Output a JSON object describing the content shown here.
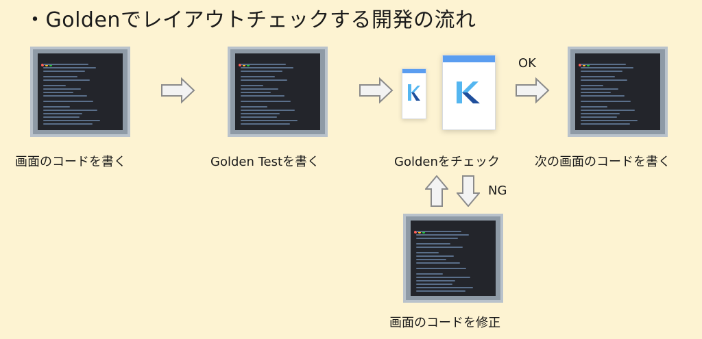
{
  "title": "・Goldenでレイアウトチェックする開発の流れ",
  "steps": {
    "write_code": "画面のコードを書く",
    "write_test": "Golden Testを書く",
    "check_golden": "Goldenをチェック",
    "next_screen": "次の画面のコードを書く",
    "fix_code": "画面のコードを修正"
  },
  "flow_labels": {
    "ok": "OK",
    "ng": "NG"
  },
  "colors": {
    "background": "#fdf3d2",
    "arrow_fill": "#f3f3f3",
    "arrow_stroke": "#8a8a8a",
    "editor_bg": "#23252b",
    "app_bar": "#5a9df0",
    "logo_light": "#54b6f0",
    "logo_dark": "#1f4f9c"
  },
  "icons": [
    "code-screenshot-icon",
    "phone-preview-icon",
    "k-logo-icon",
    "arrow-right-icon",
    "arrow-up-icon",
    "arrow-down-icon"
  ]
}
